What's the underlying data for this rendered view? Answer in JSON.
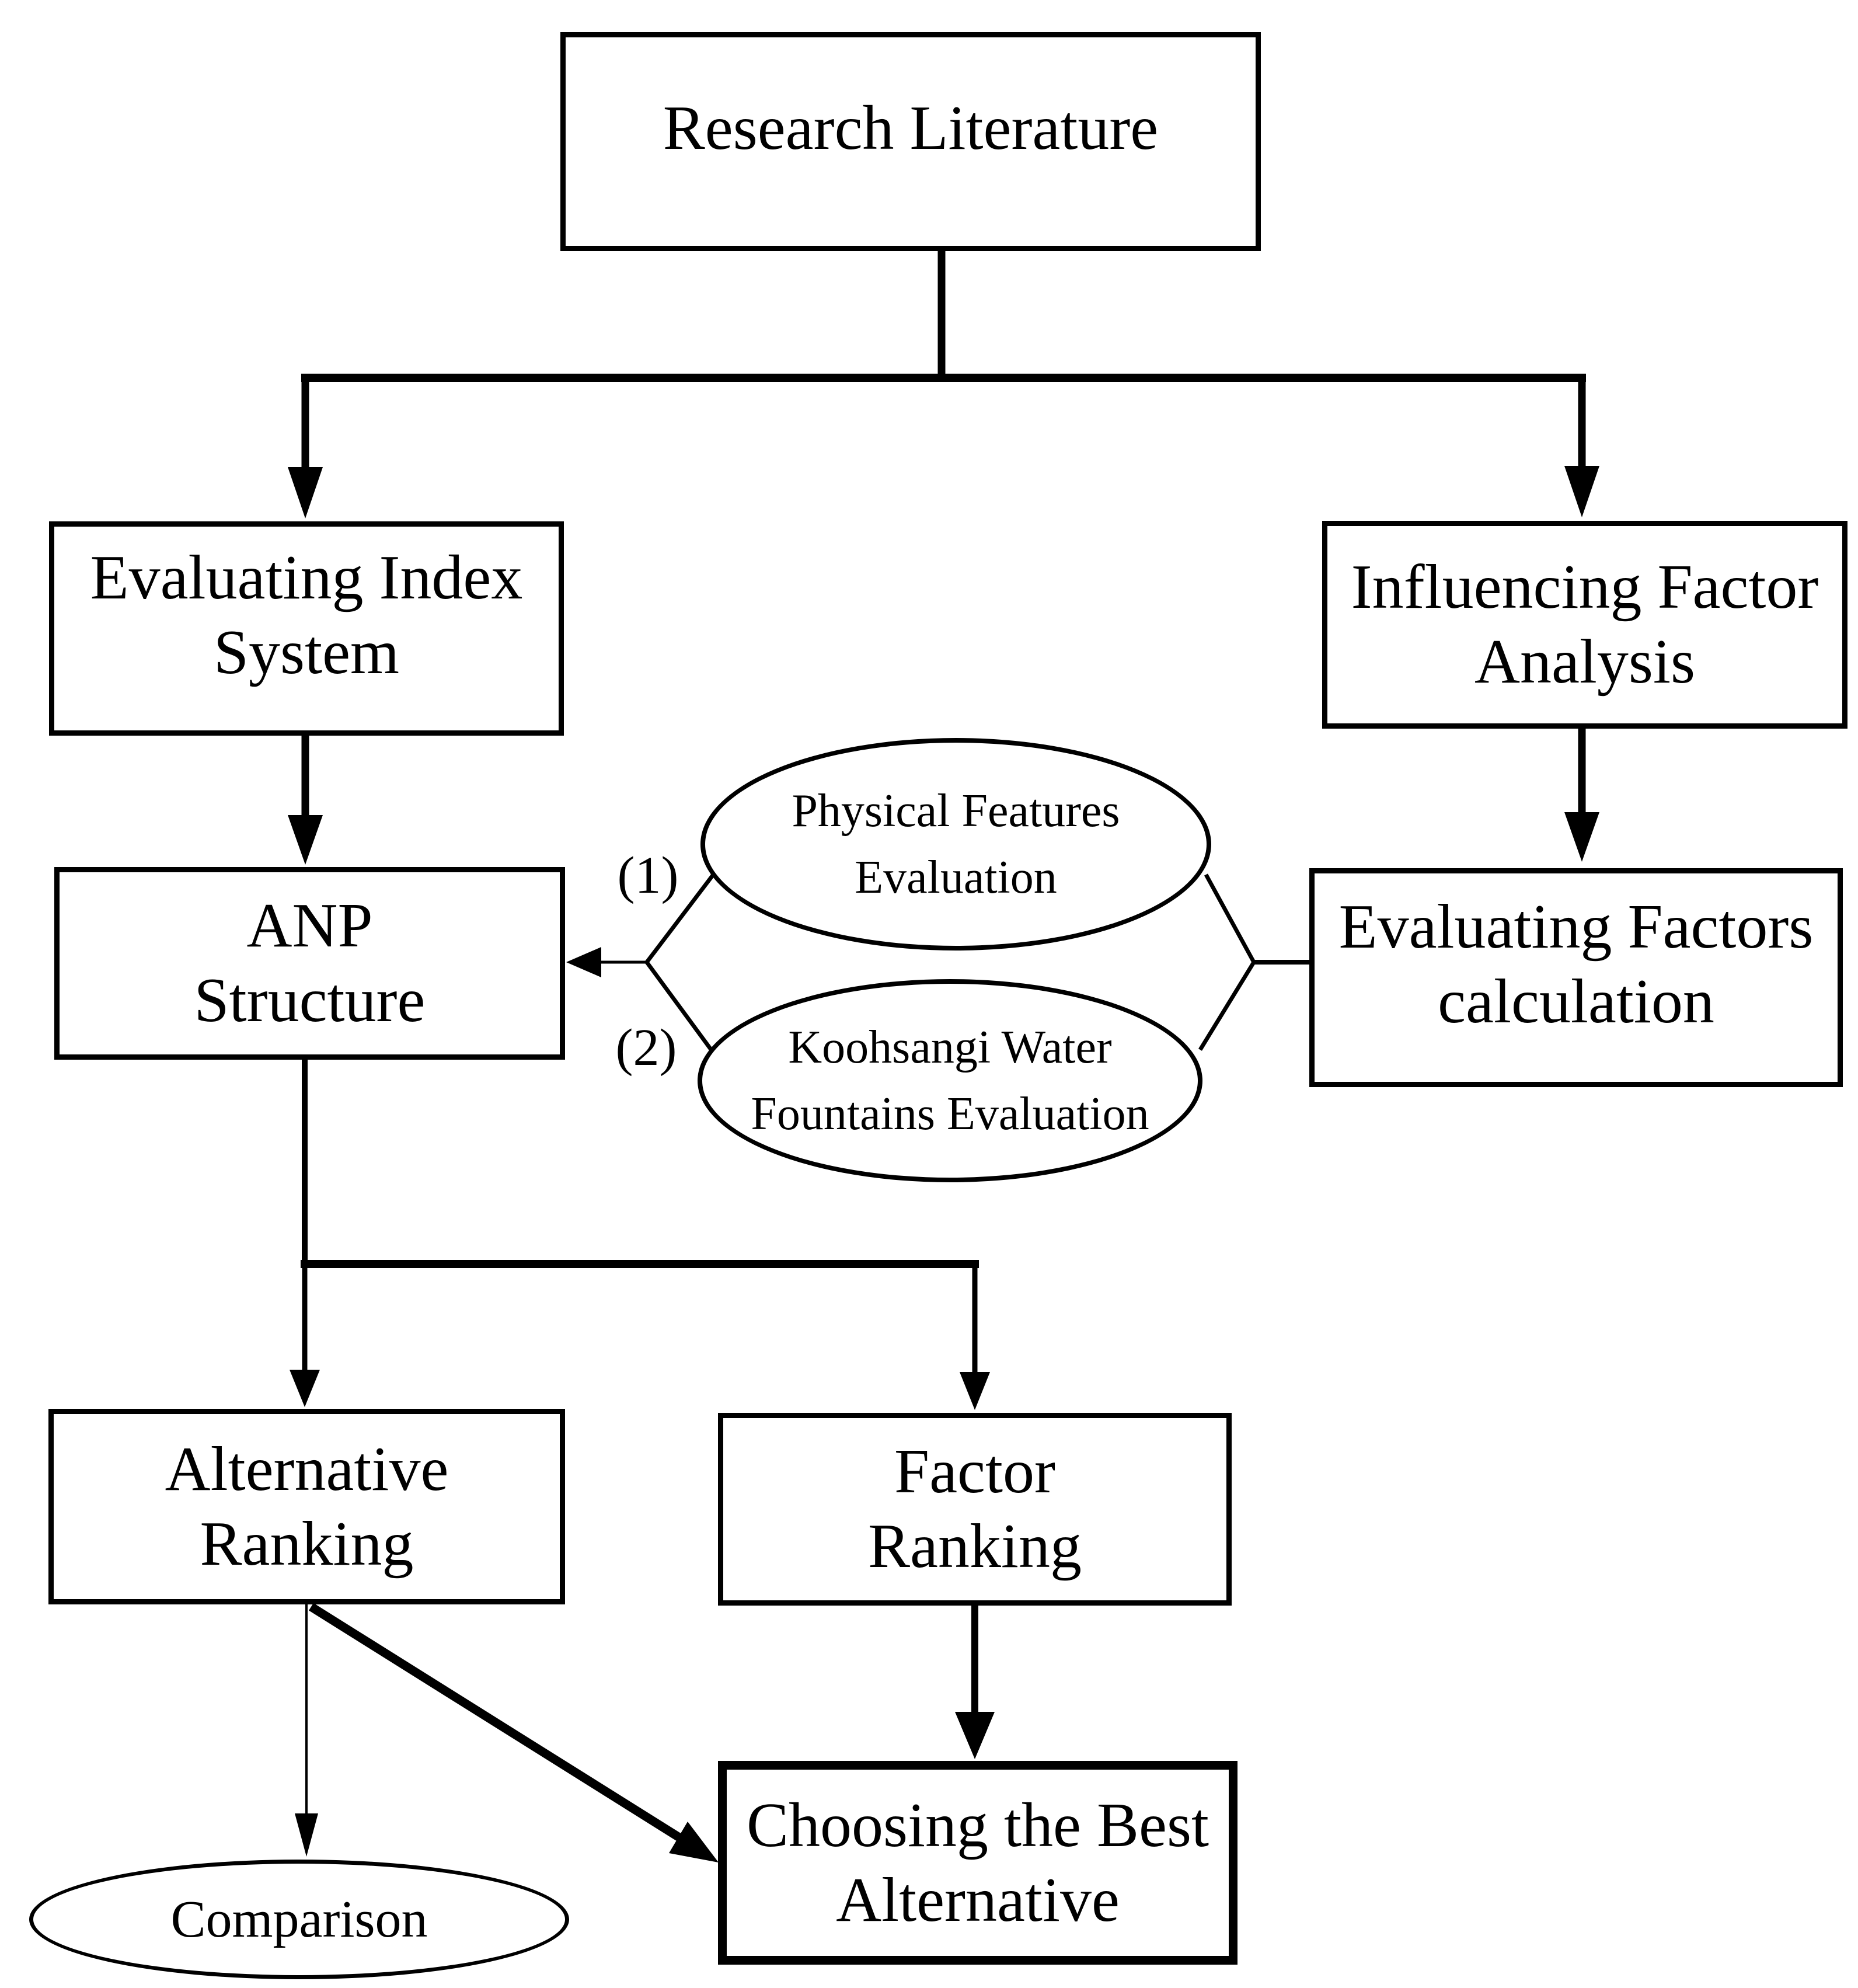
{
  "diagram": {
    "background_color": "#ffffff",
    "line_color": "#000000",
    "nodes": {
      "research_literature": {
        "label": "Research Literature"
      },
      "evaluating_index_system": {
        "line1": "Evaluating Index",
        "line2": "System"
      },
      "influencing_factor_analysis": {
        "line1": "Influencing Factor",
        "line2": "Analysis"
      },
      "anp_structure": {
        "line1": "ANP",
        "line2": "Structure"
      },
      "evaluating_factors_calculation": {
        "line1": "Evaluating Factors",
        "line2": "calculation"
      },
      "physical_features_evaluation": {
        "line1": "Physical Features",
        "line2": "Evaluation"
      },
      "koohsangi_water_fountains_evaluation": {
        "line1": "Koohsangi Water",
        "line2": "Fountains Evaluation"
      },
      "alternative_ranking": {
        "line1": "Alternative",
        "line2": "Ranking"
      },
      "factor_ranking": {
        "line1": "Factor",
        "line2": "Ranking"
      },
      "comparison": {
        "label": "Comparison"
      },
      "choosing_the_best_alternative": {
        "line1": "Choosing the Best",
        "line2": "Alternative"
      }
    },
    "connector_labels": {
      "label1": "(1)",
      "label2": "(2)"
    }
  }
}
